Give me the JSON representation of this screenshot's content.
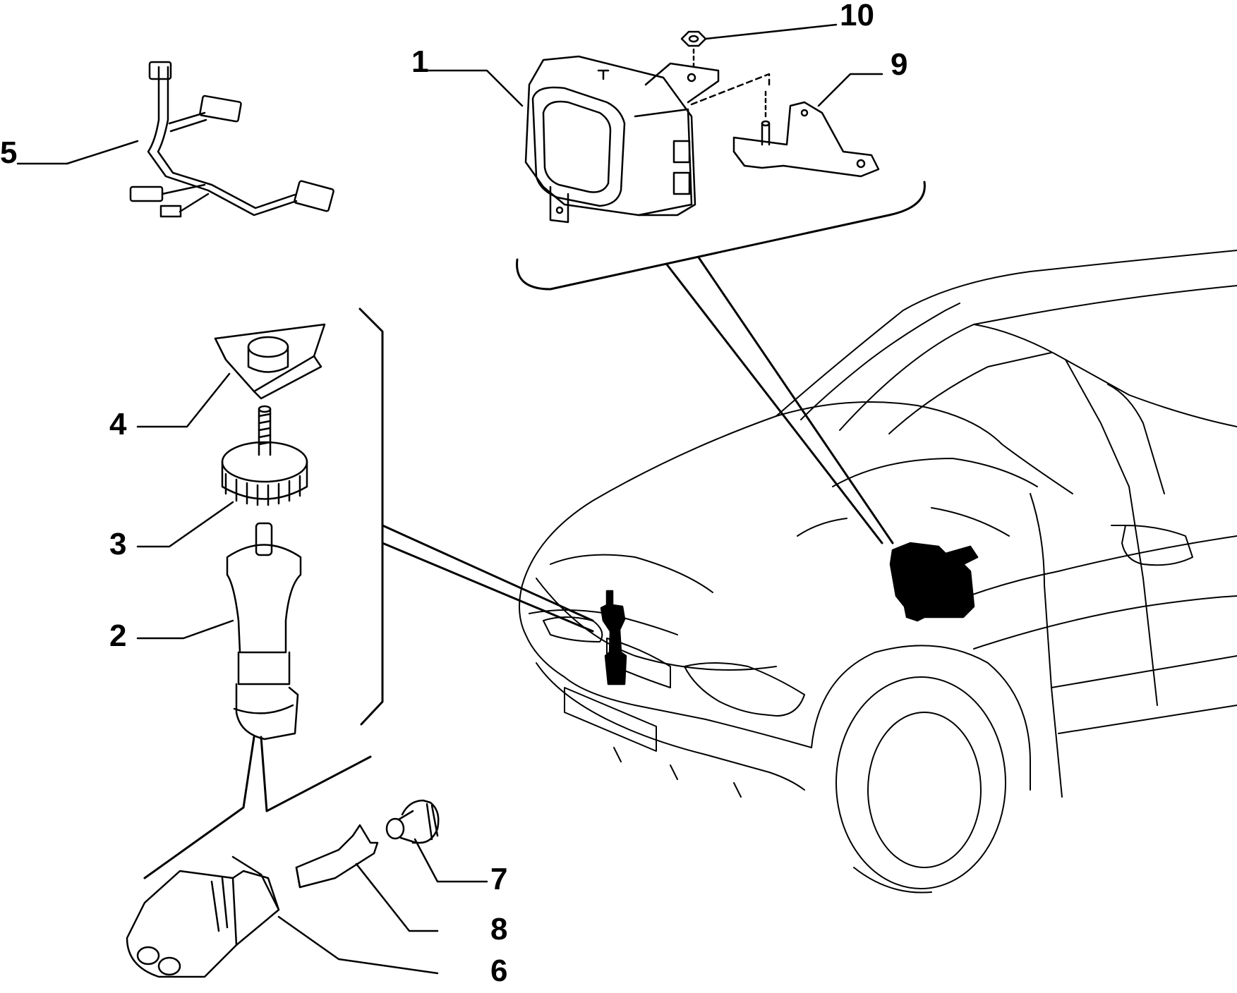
{
  "diagram": {
    "callouts": [
      {
        "id": "c1",
        "label": "1"
      },
      {
        "id": "c2",
        "label": "2"
      },
      {
        "id": "c3",
        "label": "3"
      },
      {
        "id": "c4",
        "label": "4"
      },
      {
        "id": "c5",
        "label": "5"
      },
      {
        "id": "c6",
        "label": "6"
      },
      {
        "id": "c7",
        "label": "7"
      },
      {
        "id": "c8",
        "label": "8"
      },
      {
        "id": "c9",
        "label": "9"
      },
      {
        "id": "c10",
        "label": "10"
      }
    ],
    "colors": {
      "line": "#000000",
      "background": "#ffffff",
      "fill_dark": "#000000",
      "fill_light": "#ffffff"
    }
  }
}
